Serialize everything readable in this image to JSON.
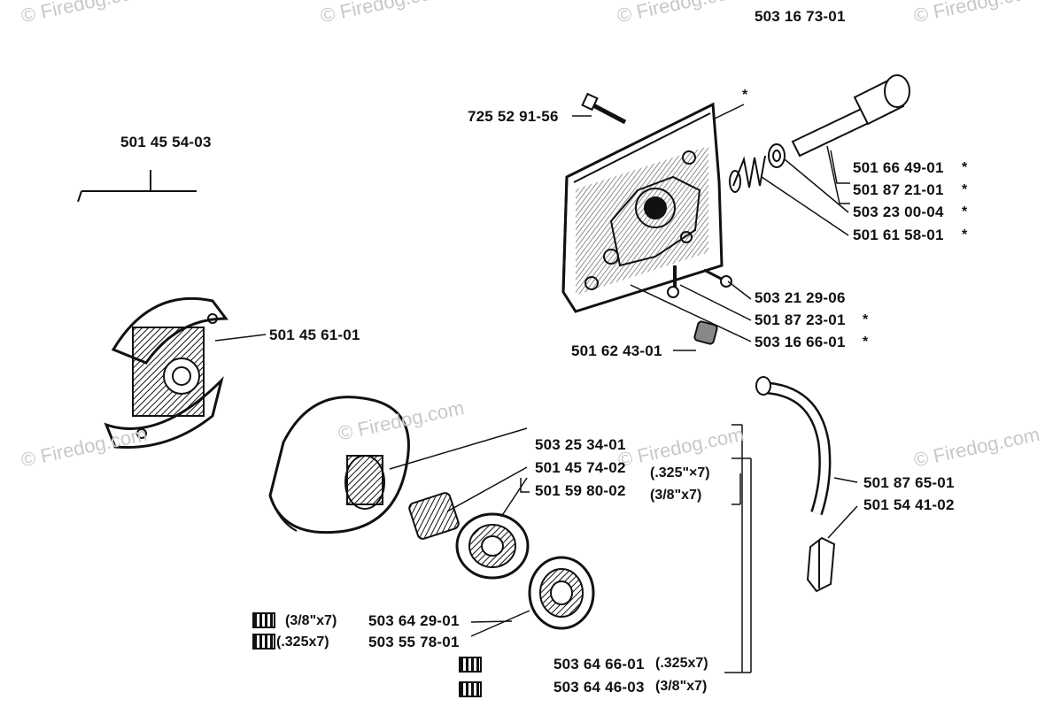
{
  "parts": {
    "p_503167301": "503 16 73-01",
    "p_725529156": "725 52 91-56",
    "p_501455403": "501 45 54-03",
    "p_501664901": "501 66 49-01",
    "p_501872101": "501 87 21-01",
    "p_503230004": "503 23 00-04",
    "p_501615801": "501 61 58-01",
    "p_503212906": "503 21 29-06",
    "p_501872301": "501 87 23-01",
    "p_503166601": "503 16 66-01",
    "p_501624301": "501 62 43-01",
    "p_501456101": "501 45 61-01",
    "p_503253401": "503 25 34-01",
    "p_501457402": "501 45 74-02",
    "p_501598002": "501 59 80-02",
    "p_501876501": "501 87 65-01",
    "p_501544102": "501 54 41-02",
    "p_503642901": "503 64 29-01",
    "p_503557801": "503 55 78-01",
    "p_503646601": "503 64 66-01",
    "p_partial": "503 64 46-03"
  },
  "notes": {
    "n_325x7_a": "(.325\"×7)",
    "n_38x7_a": "(3/8\"x7)",
    "n_38x7_b": "(3/8\"x7)",
    "n_325x7_b": "(.325x7)",
    "n_325x7_c": "(.325x7)",
    "n_38x7_c": "(3/8\"x7)"
  },
  "star": "*",
  "watermark": "© Firedog.com"
}
